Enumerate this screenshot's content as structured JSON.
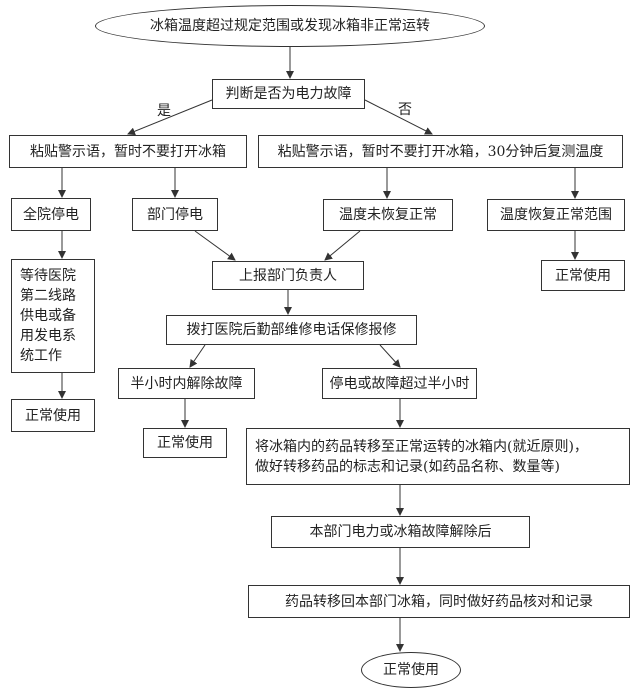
{
  "flow": {
    "start": "冰箱温度超过规定范围或发现冰箱非正常运转",
    "judge": "判断是否为电力故障",
    "yes_label": "是",
    "no_label": "否",
    "yes_notice": "粘贴警示语，暂时不要打开冰箱",
    "no_notice": "粘贴警示语，暂时不要打开冰箱，30分钟后复测温度",
    "hospital_outage": "全院停电",
    "dept_outage": "部门停电",
    "temp_not_recovered": "温度未恢复正常",
    "temp_recovered": "温度恢复正常范围",
    "wait_backup": [
      "等待医院",
      "第二线路",
      "供电或备",
      "用发电系",
      "统工作"
    ],
    "normal_use_1": "正常使用",
    "report": "上报部门负责人",
    "normal_use_2": "正常使用",
    "call_repair": "拨打医院后勤部维修电话保修报修",
    "resolved_half_hour": "半小时内解除故障",
    "over_half_hour": "停电或故障超过半小时",
    "normal_use_3": "正常使用",
    "transfer": [
      "将冰箱内的药品转移至正常运转的冰箱内(就近原则)，",
      "做好转移药品的标志和记录(如药品名称、数量等)"
    ],
    "after_fix": "本部门电力或冰箱故障解除后",
    "transfer_back": "药品转移回本部门冰箱，同时做好药品核对和记录",
    "end": "正常使用"
  }
}
